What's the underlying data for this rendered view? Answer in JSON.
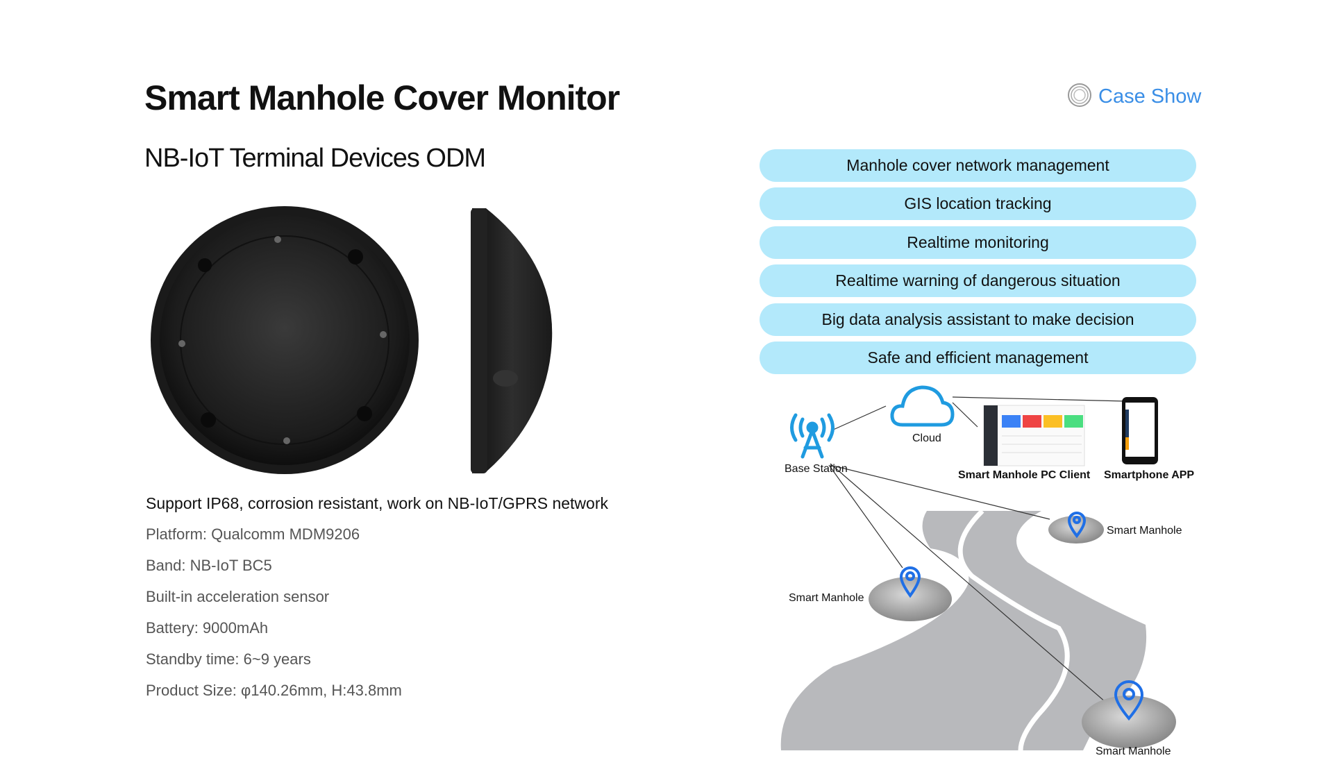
{
  "header": {
    "title": "Smart Manhole Cover Monitor",
    "subtitle": "NB-IoT Terminal Devices ODM",
    "case_show": "Case Show"
  },
  "features": [
    "Manhole cover network management",
    "GIS location tracking",
    "Realtime monitoring",
    "Realtime warning of dangerous situation",
    "Big data analysis assistant to make decision",
    "Safe and efficient management"
  ],
  "specs": {
    "headline": "Support IP68, corrosion resistant, work on NB-IoT/GPRS network",
    "items": [
      "Platform: Qualcomm MDM9206",
      "Band: NB-IoT BC5",
      "Built-in acceleration sensor",
      "Battery: 9000mAh",
      "Standby time:  6~9 years",
      "Product Size: φ140.26mm,  H:43.8mm"
    ]
  },
  "diagram": {
    "base_station": "Base Station",
    "cloud": "Cloud",
    "pc_client": "Smart Manhole PC Client",
    "phone_app": "Smartphone APP",
    "manhole": "Smart Manhole"
  },
  "colors": {
    "accent": "#3a8ee6",
    "pill": "#b3e9fb",
    "icon_blue": "#1f9be0",
    "road": "#b8b9bc"
  }
}
